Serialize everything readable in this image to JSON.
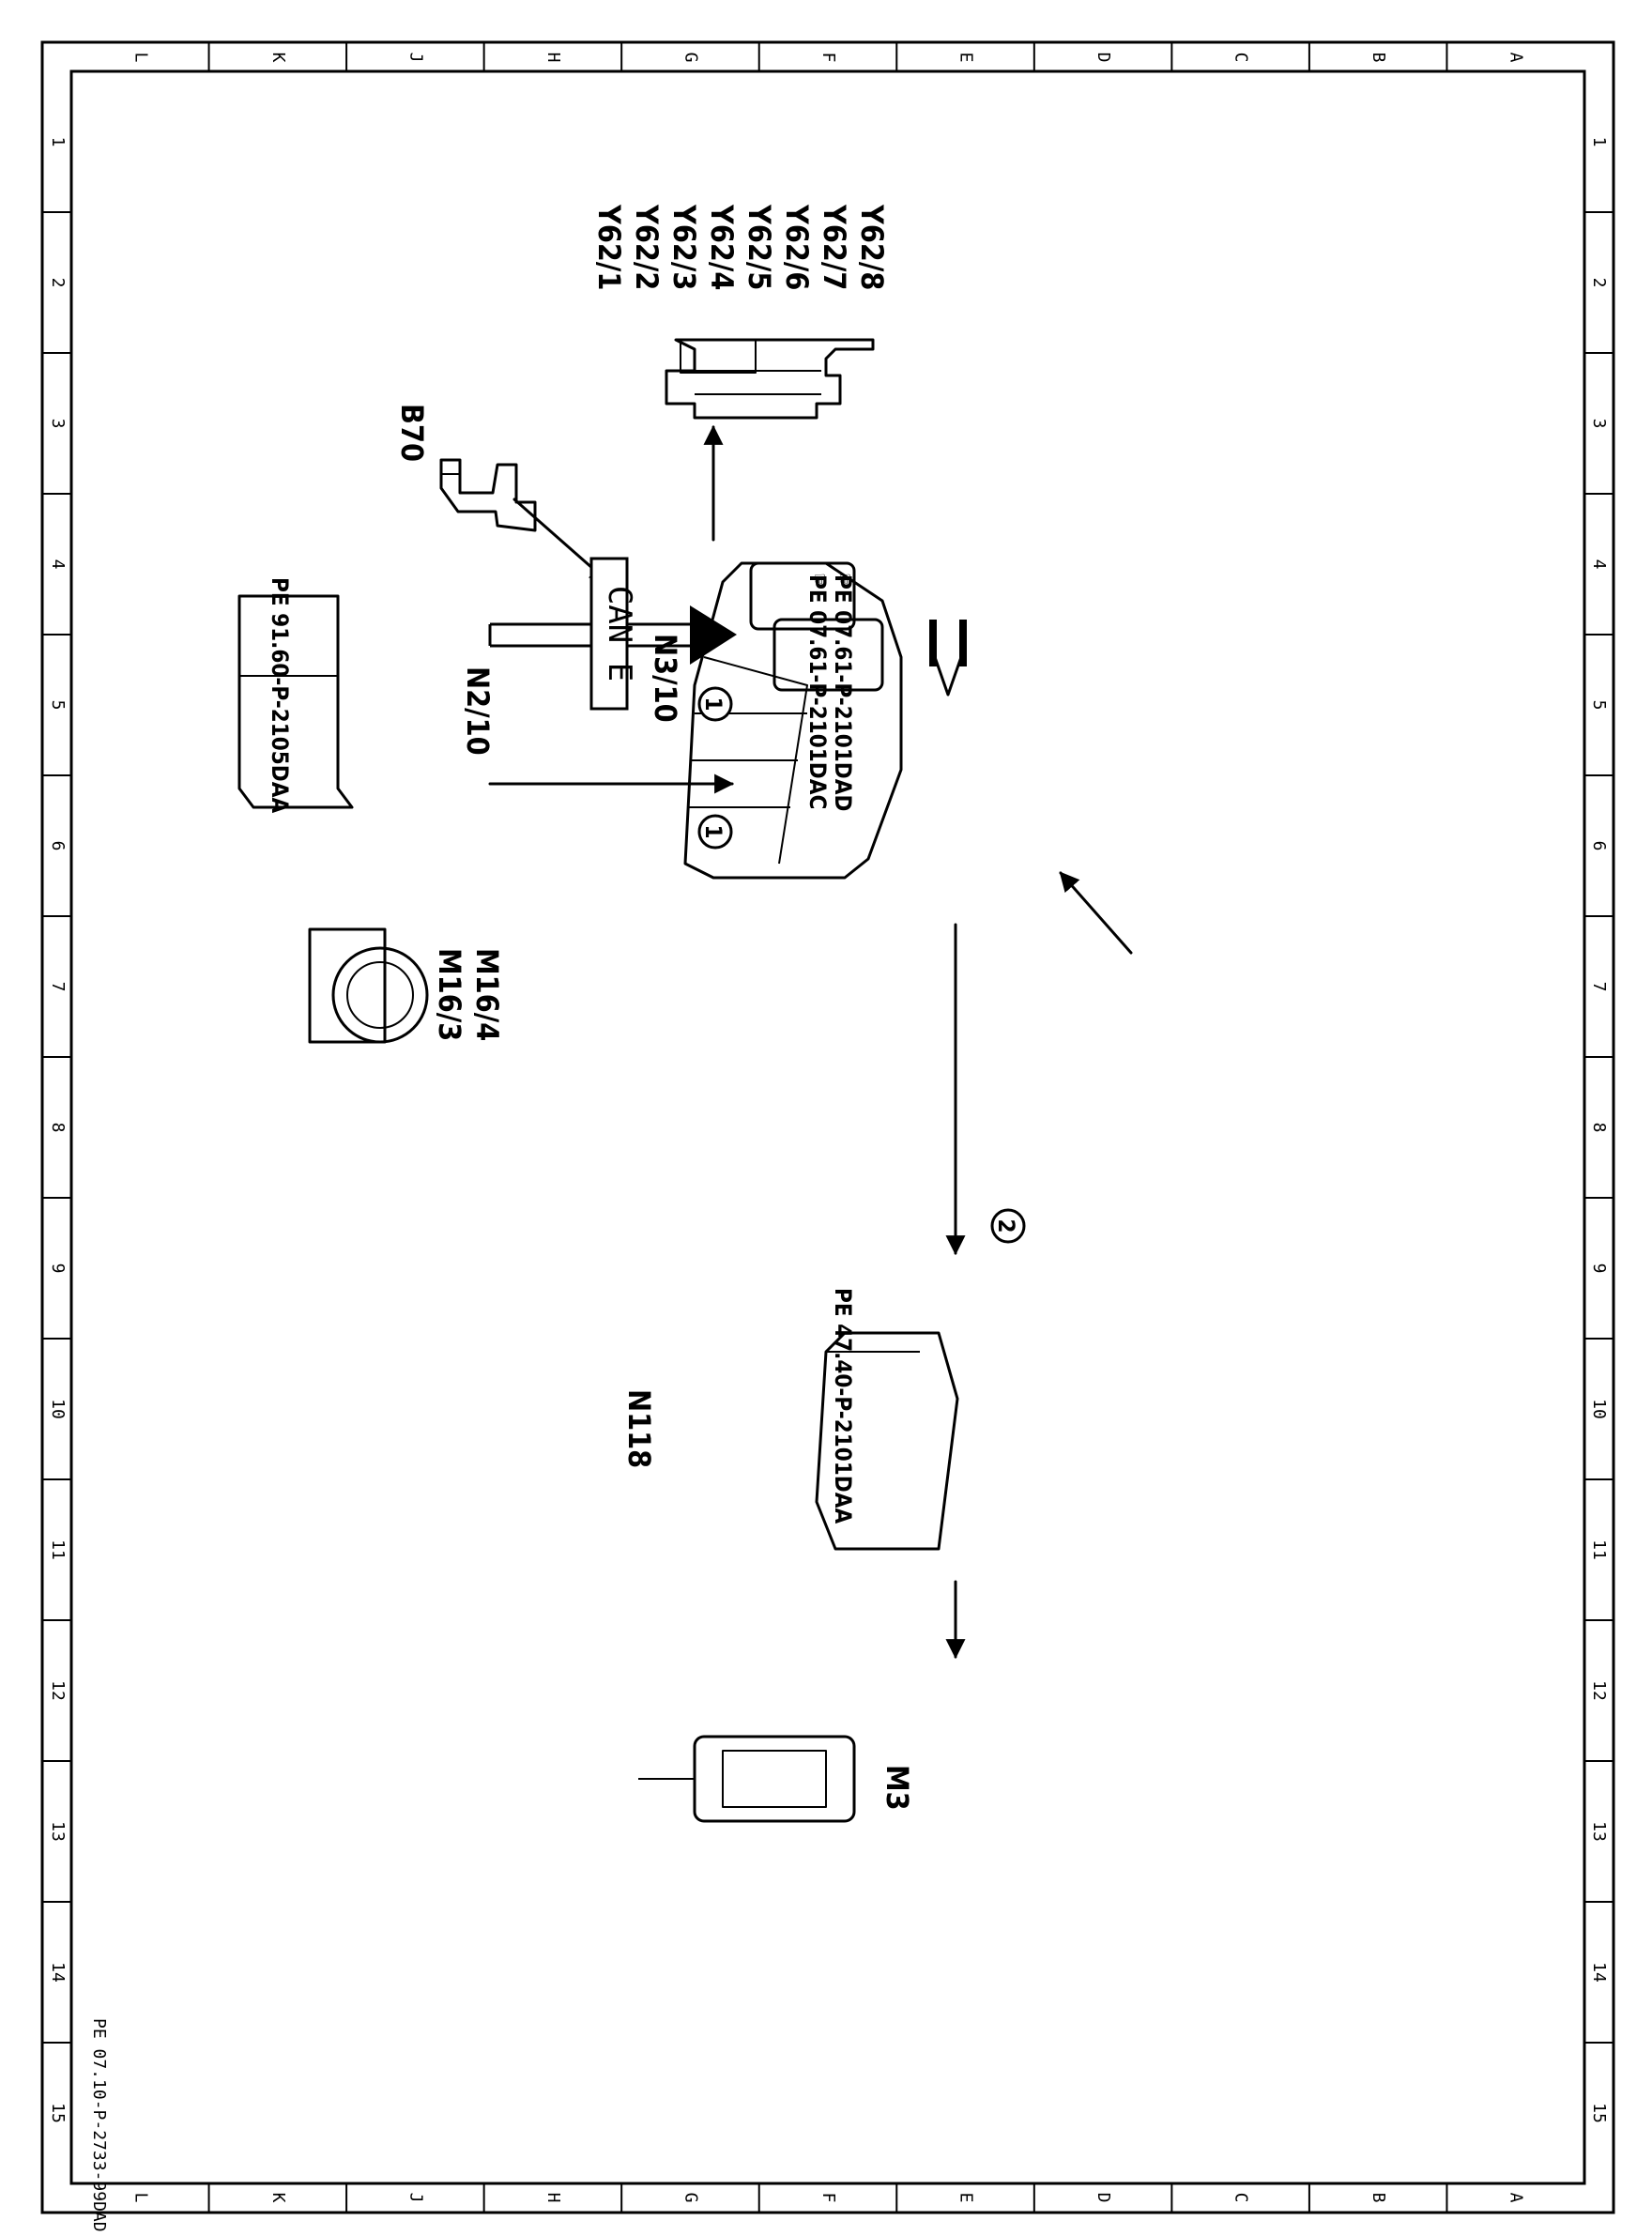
{
  "frame": {
    "columns": [
      "L",
      "K",
      "J",
      "H",
      "G",
      "F",
      "E",
      "D",
      "C",
      "B",
      "A"
    ],
    "rows": [
      "1",
      "2",
      "3",
      "4",
      "5",
      "6",
      "7",
      "8",
      "9",
      "10",
      "11",
      "12",
      "13",
      "14",
      "15"
    ],
    "document_id": "PE 07.10-P-2733-99DAD"
  },
  "components": {
    "ecu": {
      "label": "N3/10",
      "refs": [
        "PE 07.61-P-2101DAC",
        "PE 07.61-P-2101DAD"
      ]
    },
    "injectors": {
      "labels": [
        "Y62/1",
        "Y62/2",
        "Y62/3",
        "Y62/4",
        "Y62/5",
        "Y62/6",
        "Y62/7",
        "Y62/8"
      ]
    },
    "camshaft_sensor": {
      "label": "B70"
    },
    "throttle": {
      "labels": [
        "M16/3",
        "M16/4"
      ]
    },
    "n2_10": {
      "label": "N2/10",
      "ref": "PE 91.60-P-2105DAA"
    },
    "n118": {
      "label": "N118",
      "ref": "PE 47.40-P-2101DAA"
    },
    "pump": {
      "label": "M3"
    }
  },
  "connections": {
    "can": {
      "label": "CAN E",
      "marker": "1"
    },
    "signal": {
      "marker": "1"
    },
    "pump_ctrl": {
      "marker": "2"
    }
  },
  "colors": {
    "ink": "#000000",
    "paper": "#ffffff"
  }
}
